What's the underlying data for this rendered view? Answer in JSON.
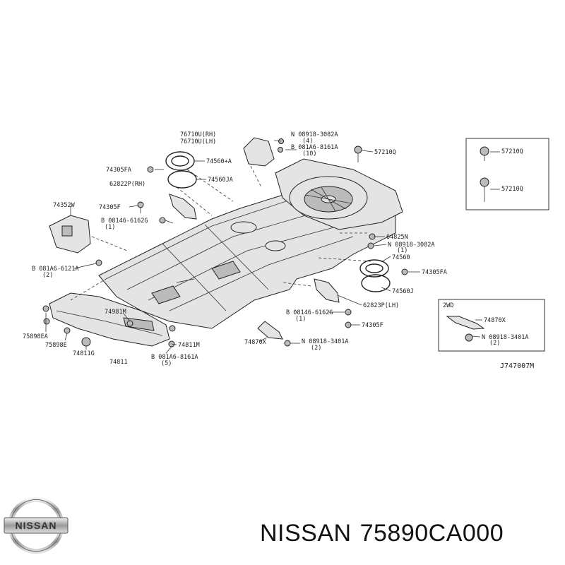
{
  "diagram": {
    "code": "J747007M",
    "inset_2wd": "2WD",
    "labels": {
      "p76710u": "76710U(LH)",
      "p76710_top": "76710U(RH)",
      "p08918_top": "N 08918-3082A",
      "p08918_top_qty": "(4)",
      "p081a6_top": "B 081A6-8161A",
      "p081a6_top_qty": "(10)",
      "p57210q_a": "57210Q",
      "p74305fa_a": "74305FA",
      "p74560ma": "74560+A",
      "p74560ja_a": "74560JA",
      "p62822p": "62822P(RH)",
      "p74352w": "74352W",
      "p74305f_a": "74305F",
      "p08146_a": "B 08146-6162G",
      "p08146_a_qty": "(1)",
      "p081a6_l": "B 081A6-6121A",
      "p081a6_l_qty": "(2)",
      "p64825n": "64825N",
      "p08918_r": "N 08918-3082A",
      "p08918_r_qty": "(1)",
      "p74560": "74560",
      "p74305fa_b": "74305FA",
      "p74560j": "74560J",
      "p62823p": "62823P(LH)",
      "p08146_b": "B 08146-6162G",
      "p08146_b_qty": "(1)",
      "p74305f_b": "74305F",
      "p74870x_a": "74870X",
      "p08918_b": "N 08918-3401A",
      "p08918_b_qty": "(2)",
      "p74981m": "74981M",
      "p75898ea": "75898EA",
      "p75898e": "75898E",
      "p74811g": "74811G",
      "p74811": "74811",
      "p74811m": "74811M",
      "p081a6_b": "B 081A6-8161A",
      "p081a6_b_qty": "(5)",
      "p57210q_b": "57210Q",
      "p57210q_c": "57210Q",
      "p74870x_b": "74870X",
      "p08918_c": "N 08918-3401A",
      "p08918_c_qty": "(2)"
    }
  },
  "footer": {
    "brand_logo_text": "NISSAN",
    "brand": "NISSAN",
    "part_number": "75890CA000"
  }
}
